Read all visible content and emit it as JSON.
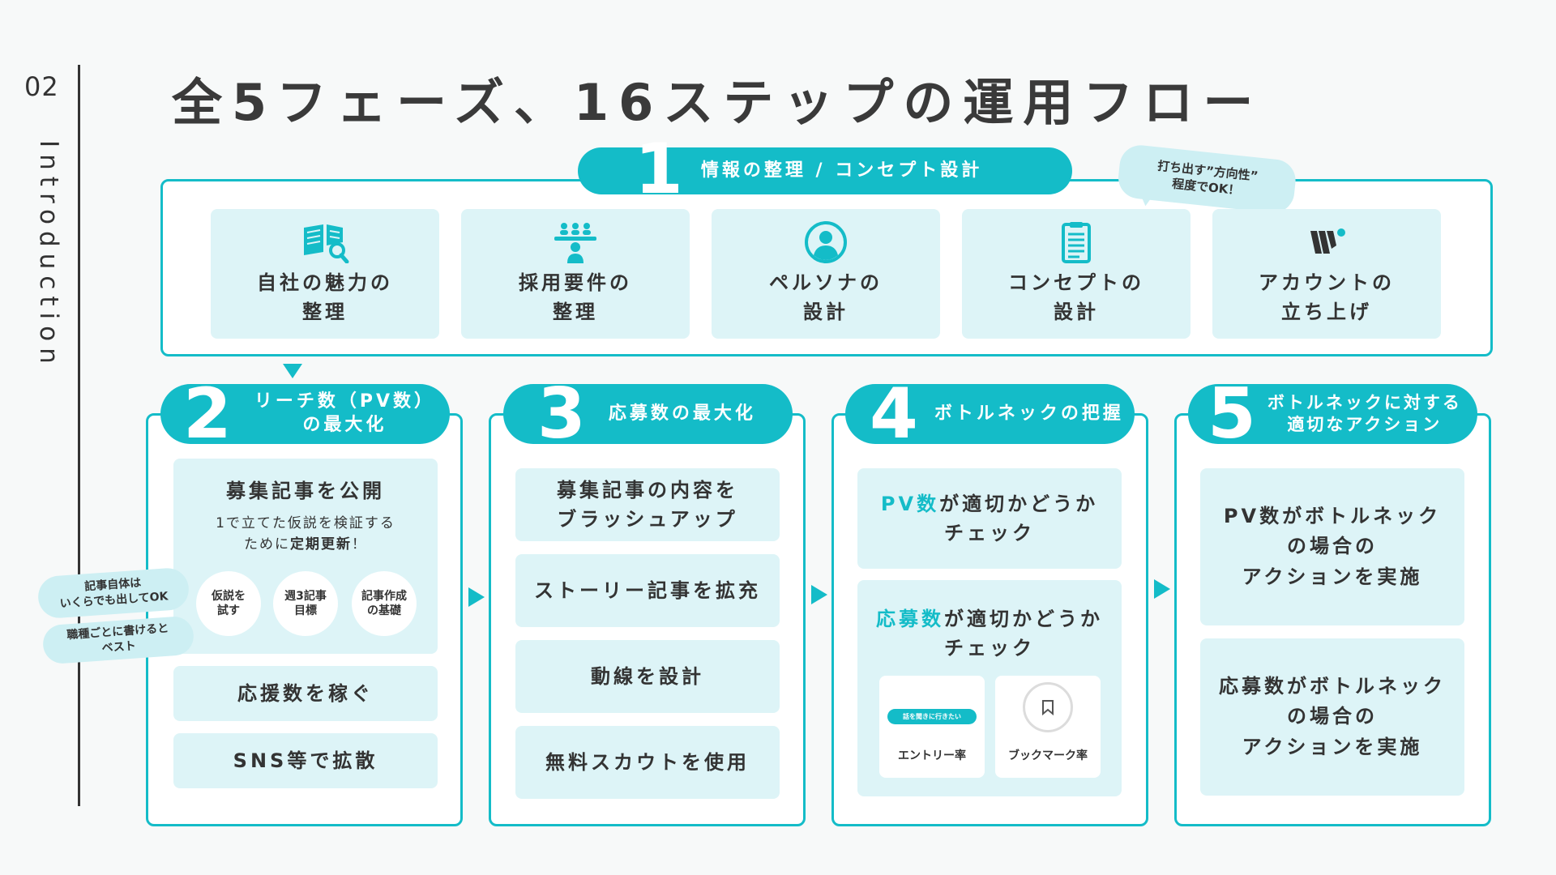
{
  "page": {
    "number": "02",
    "section_label": "Introduction",
    "title": "全5フェーズ、16ステップの運用フロー"
  },
  "colors": {
    "accent": "#14bcc8",
    "card_bg": "#ddf4f7",
    "text": "#333333"
  },
  "phase1": {
    "number": "1",
    "label": "情報の整理 / コンセプト設計",
    "note": {
      "line1": "打ち出す”方向性”",
      "line2": "程度でOK！"
    },
    "cards": [
      {
        "icon": "book-search-icon",
        "line1": "自社の魅力の",
        "line2": "整理"
      },
      {
        "icon": "meeting-icon",
        "line1": "採用要件の",
        "line2": "整理"
      },
      {
        "icon": "person-icon",
        "line1": "ペルソナの",
        "line2": "設計"
      },
      {
        "icon": "clipboard-icon",
        "line1": "コンセプトの",
        "line2": "設計"
      },
      {
        "icon": "wantedly-logo-icon",
        "line1": "アカウントの",
        "line2": "立ち上げ"
      }
    ]
  },
  "phase2": {
    "number": "2",
    "label_line1": "リーチ数（PV数）",
    "label_line2": "の最大化",
    "main_card": {
      "title": "募集記事を公開",
      "desc_line1": "1で立てた仮説を検証する",
      "desc_line2_prefix": "ために",
      "desc_line2_bold": "定期更新",
      "desc_line2_suffix": "！",
      "circles": [
        {
          "line1": "仮説を",
          "line2": "試す"
        },
        {
          "line1": "週3記事",
          "line2": "目標"
        },
        {
          "line1": "記事作成",
          "line2": "の基礎"
        }
      ]
    },
    "bubbles": [
      {
        "line1": "記事自体は",
        "line2": "いくらでも出してOK"
      },
      {
        "line1": "職種ごとに書けると",
        "line2": "ベスト"
      }
    ],
    "cards": [
      "応援数を稼ぐ",
      "SNS等で拡散"
    ]
  },
  "phase3": {
    "number": "3",
    "label": "応募数の最大化",
    "cards": [
      {
        "line1": "募集記事の内容を",
        "line2": "ブラッシュアップ"
      },
      {
        "line1": "ストーリー記事を拡充",
        "line2": ""
      },
      {
        "line1": "動線を設計",
        "line2": ""
      },
      {
        "line1": "無料スカウトを使用",
        "line2": ""
      }
    ]
  },
  "phase4": {
    "number": "4",
    "label": "ボトルネックの把握",
    "card1": {
      "highlight": "PV数",
      "rest": "が適切かどうか",
      "line2": "チェック"
    },
    "card2": {
      "highlight": "応募数",
      "rest": "が適切かどうか",
      "line2": "チェック"
    },
    "mini_cards": [
      {
        "button_text": "話を聞きに行きたい",
        "label": "エントリー率"
      },
      {
        "icon": "bookmark-icon",
        "label": "ブックマーク率"
      }
    ]
  },
  "phase5": {
    "number": "5",
    "label_line1": "ボトルネックに対する",
    "label_line2": "適切なアクション",
    "cards": [
      {
        "line1": "PV数がボトルネック",
        "line2": "の場合の",
        "line3": "アクションを実施"
      },
      {
        "line1": "応募数がボトルネック",
        "line2": "の場合の",
        "line3": "アクションを実施"
      }
    ]
  }
}
